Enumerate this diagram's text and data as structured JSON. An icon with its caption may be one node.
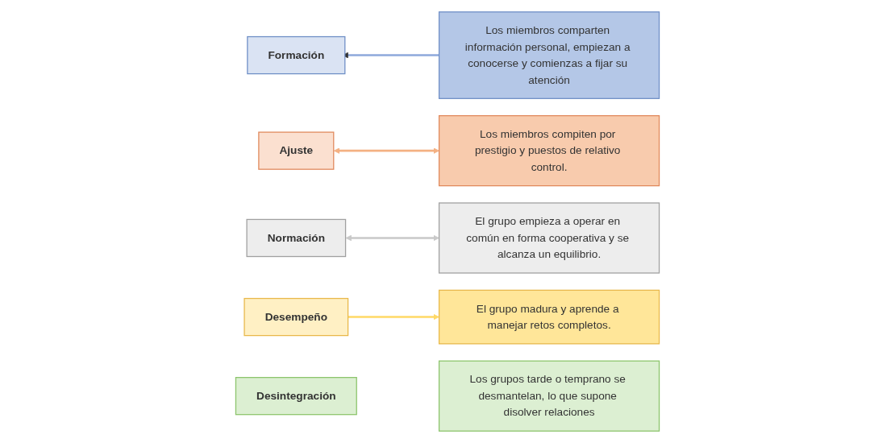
{
  "diagram": {
    "nodes": [
      {
        "text": [
          "Formación"
        ]
      },
      {
        "text": [
          "Ajuste"
        ]
      },
      {
        "text": [
          "Normación"
        ]
      },
      {
        "text": [
          "Desempeño"
        ]
      },
      {
        "text": [
          "Desintegración"
        ]
      },
      {
        "text": [
          "Los miembros comparten información personal, empiezan a conocerse y comienzas a fijar su atención"
        ]
      },
      {
        "text": [
          "Los miembros compiten por prestigio y puestos de relativo control."
        ]
      },
      {
        "text": [
          "El grupo empieza a operar en común en forma cooperativa y se alcanza un equilibrio."
        ]
      },
      {
        "text": [
          "El grupo madura y aprende a manejar retos completos."
        ]
      },
      {
        "text": [
          "Los grupos tarde o temprano se desmantelan, lo que supone disolver relaciones"
        ]
      }
    ],
    "edges": [
      {
        "from": 5,
        "to": 0,
        "arrow": "to",
        "color": "#8ea9db"
      },
      {
        "from": 1,
        "to": 6,
        "arrow": "both",
        "color": "#f4b183"
      },
      {
        "from": 2,
        "to": 7,
        "arrow": "both",
        "color": "#c9c9c9"
      },
      {
        "from": 3,
        "to": 8,
        "arrow": "to",
        "color": "#ffd966"
      }
    ]
  }
}
